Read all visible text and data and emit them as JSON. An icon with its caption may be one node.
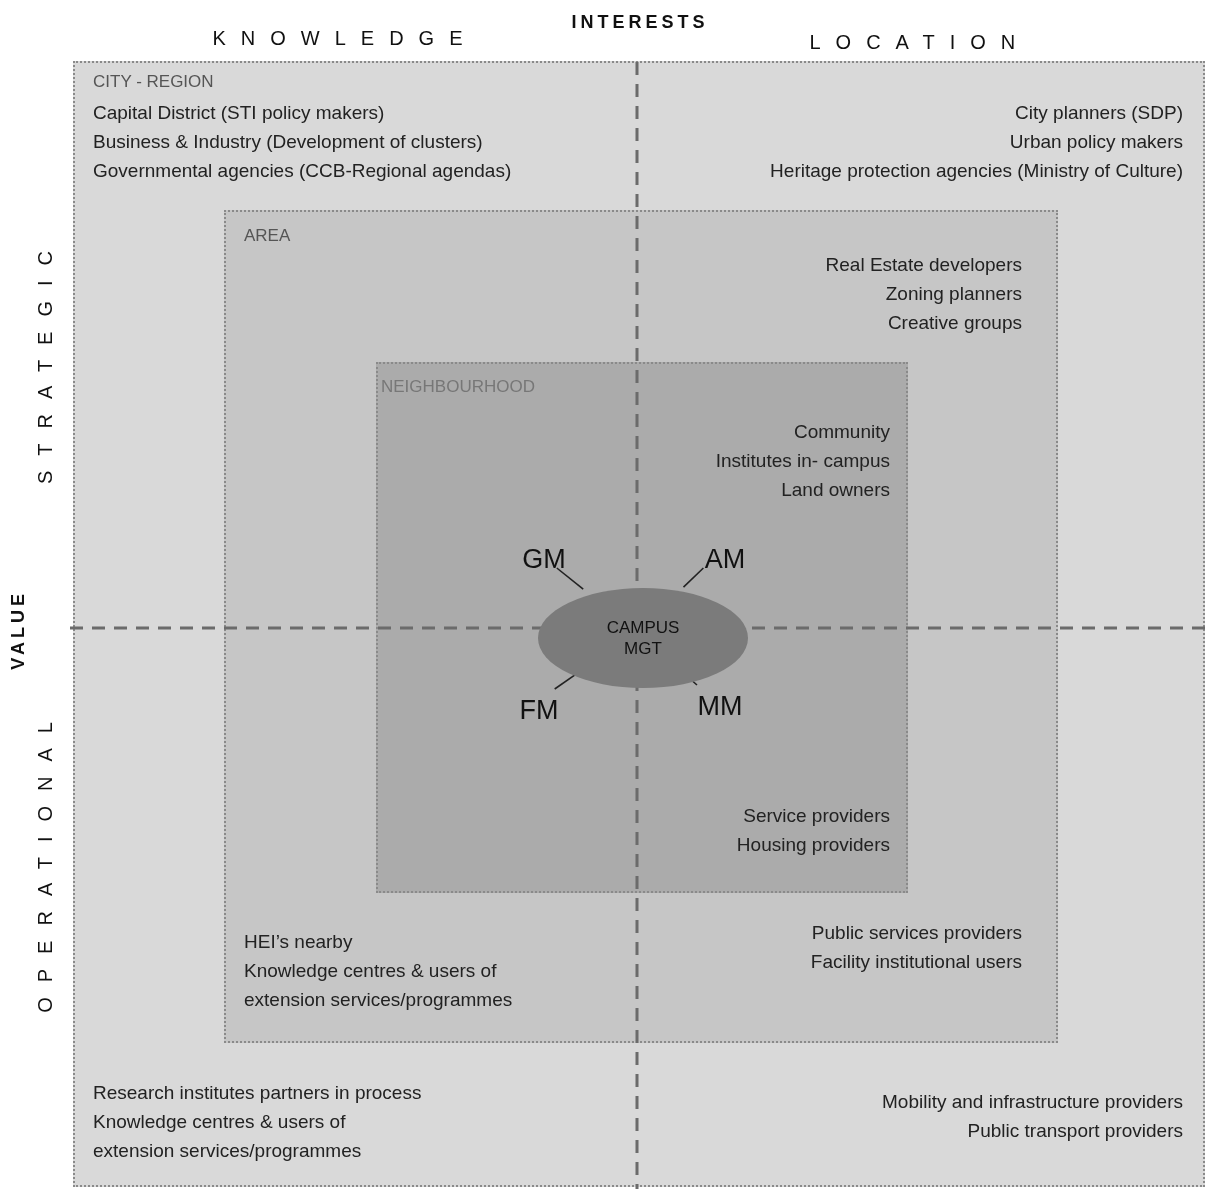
{
  "diagram": {
    "nodes": [
      {
        "text": [
          "CITY - REGION",
          "Capital District (STI policy makers)",
          "Business & Industry (Development of clusters)",
          "Governmental agencies (CCB-Regional agendas)",
          "City planners (SDP)",
          "Urban policy makers",
          "Heritage protection agencies (Ministry of Culture)",
          "Research institutes partners in process",
          "Knowledge centres & users of extension services/programmes",
          "Mobility and infrastructure providers",
          "Public transport providers"
        ]
      },
      {
        "text": [
          "AREA",
          "Real Estate developers",
          "Zoning planners",
          "Creative groups",
          "HEI’s nearby",
          "Knowledge centres & users of extension services/programmes",
          "Public services providers",
          "Facility institutional users"
        ],
        "in": 0
      },
      {
        "text": [
          "NEIGHBOURHOOD",
          "Community",
          "Institutes in- campus",
          "Land owners",
          "Service providers",
          "Housing providers"
        ],
        "in": 1
      },
      {
        "text": [
          "CAMPUS MGT"
        ],
        "in": 2
      },
      {
        "text": [
          "GM"
        ],
        "in": 2
      },
      {
        "text": [
          "AM"
        ],
        "in": 2
      },
      {
        "text": [
          "FM"
        ],
        "in": 2
      },
      {
        "text": [
          "MM"
        ],
        "in": 2
      }
    ],
    "edges": [
      {
        "from": 4,
        "to": 3,
        "arrow": "none"
      },
      {
        "from": 5,
        "to": 3,
        "arrow": "none"
      },
      {
        "from": 6,
        "to": 3,
        "arrow": "none"
      },
      {
        "from": 7,
        "to": 3,
        "arrow": "none"
      }
    ],
    "labels": [
      "INTERESTS",
      "KNOWLEDGE",
      "LOCATION",
      "STRATEGIC",
      "VALUE",
      "OPERATIONAL"
    ]
  }
}
